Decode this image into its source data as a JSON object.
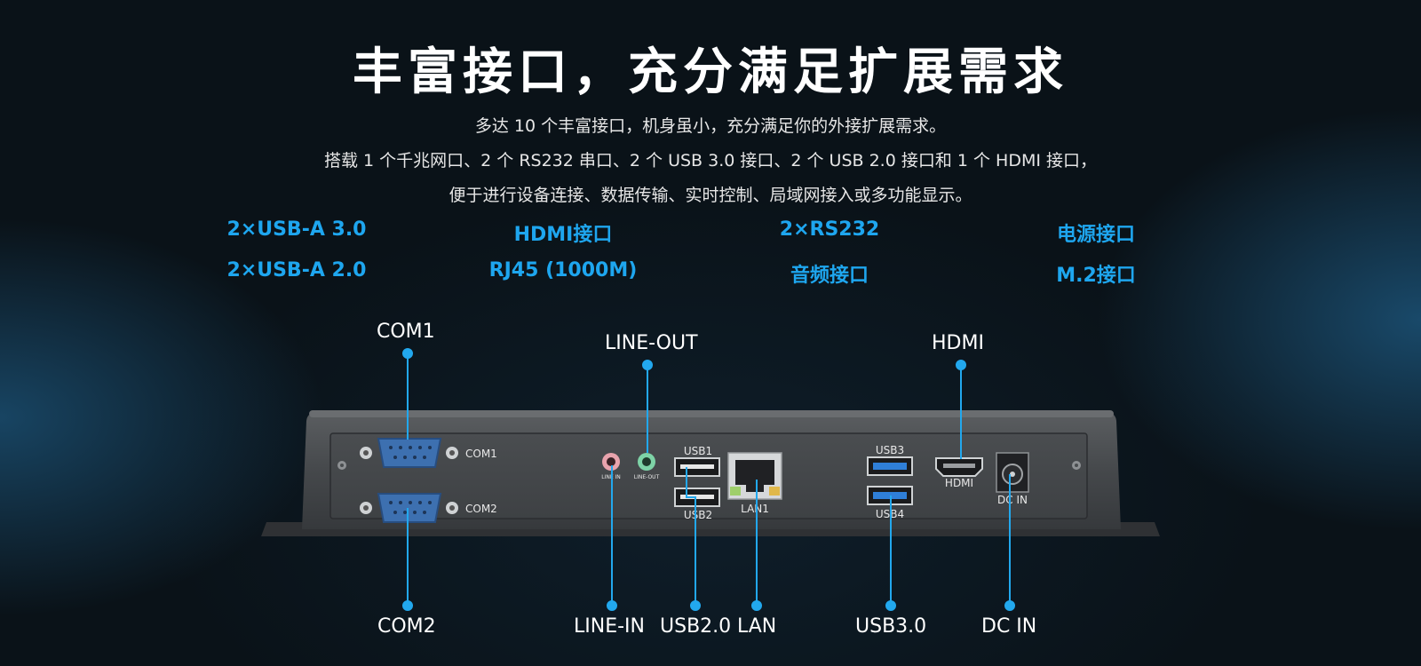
{
  "title": "丰富接口，充分满足扩展需求",
  "description": [
    "多达 10 个丰富接口，机身虽小，充分满足你的外接扩展需求。",
    "搭载 1 个千兆网口、2 个 RS232 串口、2 个 USB 3.0 接口、2 个 USB 2.0 接口和 1 个 HDMI 接口，",
    "便于进行设备连接、数据传输、实时控制、局域网接入或多功能显示。"
  ],
  "features": [
    "2×USB-A 3.0",
    "HDMI接口",
    "2×RS232",
    "电源接口",
    "2×USB-A 2.0",
    "RJ45 (1000M)",
    "音频接口",
    "M.2接口"
  ],
  "callouts": {
    "com1": "COM1",
    "line_out": "LINE-OUT",
    "hdmi": "HDMI",
    "com2": "COM2",
    "line_in": "LINE-IN",
    "usb20": "USB2.0",
    "lan": "LAN",
    "usb30": "USB3.0",
    "dc_in": "DC IN"
  },
  "panel_labels": {
    "com1": "COM1",
    "com2": "COM2",
    "line_in": "LINE IN",
    "line_out": "LINE-OUT",
    "usb1": "USB1",
    "usb2": "USB2",
    "lan1": "LAN1",
    "usb3": "USB3",
    "usb4": "USB4",
    "hdmi": "HDMI",
    "dc_in": "DC IN"
  },
  "colors": {
    "accent_blue": "#1ea6ef",
    "leader_line": "#22a8ee",
    "usb3_port": "#2f7fd8",
    "com_port": "#3d70b0",
    "line_in_jack": "#e8a3ad",
    "line_out_jack": "#7ed3a7"
  }
}
